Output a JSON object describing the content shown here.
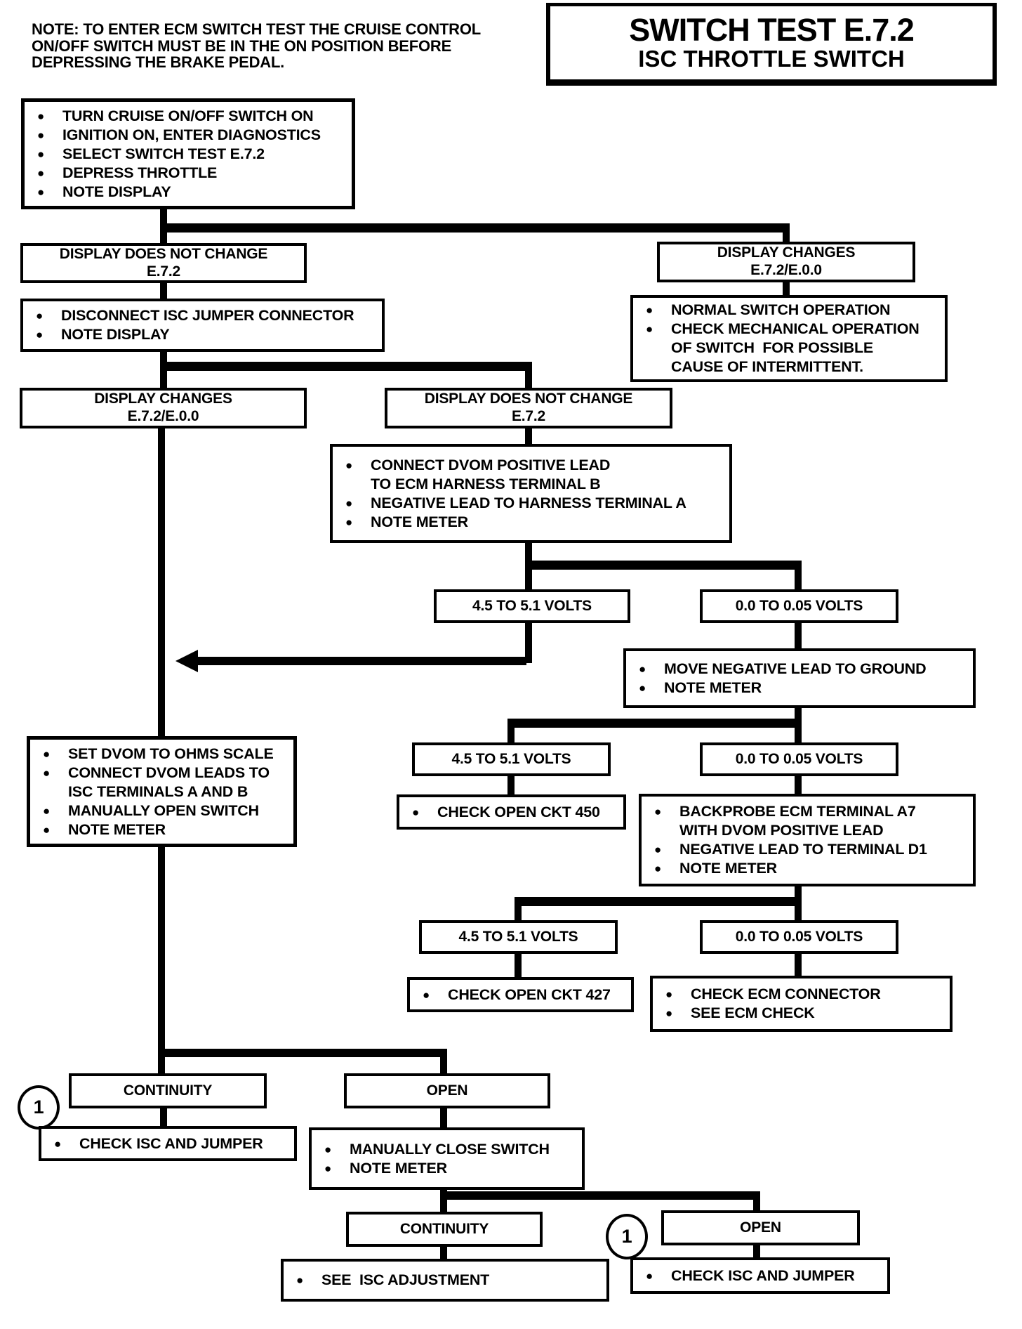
{
  "note": {
    "line1": "NOTE: TO ENTER ECM SWITCH TEST THE CRUISE CONTROL",
    "line2": "ON/OFF SWITCH MUST BE IN THE ON POSITION BEFORE",
    "line3": "DEPRESSING THE BRAKE PEDAL."
  },
  "header": {
    "title": "SWITCH TEST E.7.2",
    "subtitle": "ISC THROTTLE SWITCH"
  },
  "annotations": {
    "circle_ref_left": "1",
    "circle_ref_right": "1"
  },
  "colors": {
    "ink": "#000000",
    "paper": "#ffffff"
  },
  "nodes": {
    "start": {
      "bullets": [
        "TURN CRUISE ON/OFF SWITCH ON",
        "IGNITION ON, ENTER DIAGNOSTICS",
        "SELECT SWITCH TEST E.7.2",
        "DEPRESS THROTTLE",
        "NOTE DISPLAY"
      ]
    },
    "display_no_change_1": {
      "line1": "DISPLAY DOES NOT CHANGE",
      "line2": "E.7.2"
    },
    "display_changes_1": {
      "line1": "DISPLAY CHANGES",
      "line2": "E.7.2/E.0.0"
    },
    "normal_operation": {
      "bullets": [
        "NORMAL SWITCH OPERATION",
        "CHECK MECHANICAL OPERATION\nOF SWITCH  FOR POSSIBLE\nCAUSE OF INTERMITTENT."
      ]
    },
    "disconnect_jumper": {
      "bullets": [
        "DISCONNECT ISC JUMPER CONNECTOR",
        "NOTE DISPLAY"
      ]
    },
    "display_changes_2": {
      "line1": "DISPLAY CHANGES",
      "line2": "E.7.2/E.0.0"
    },
    "display_no_change_2": {
      "line1": "DISPLAY DOES NOT CHANGE",
      "line2": "E.7.2"
    },
    "connect_dvom": {
      "bullets": [
        "CONNECT DVOM POSITIVE LEAD\nTO ECM HARNESS TERMINAL B",
        "NEGATIVE LEAD TO HARNESS TERMINAL A",
        "NOTE METER"
      ]
    },
    "volts_high_1": {
      "label": "4.5 TO 5.1 VOLTS"
    },
    "volts_low_1": {
      "label": "0.0 TO 0.05 VOLTS"
    },
    "move_negative": {
      "bullets": [
        "MOVE NEGATIVE LEAD TO GROUND",
        "NOTE METER"
      ]
    },
    "volts_high_2": {
      "label": "4.5 TO 5.1 VOLTS"
    },
    "volts_low_2": {
      "label": "0.0 TO 0.05 VOLTS"
    },
    "check_ckt_450": {
      "bullets": [
        "CHECK OPEN CKT 450"
      ]
    },
    "backprobe": {
      "bullets": [
        "BACKPROBE ECM TERMINAL A7\nWITH DVOM POSITIVE LEAD",
        "NEGATIVE LEAD TO TERMINAL D1",
        "NOTE METER"
      ]
    },
    "volts_high_3": {
      "label": "4.5 TO 5.1 VOLTS"
    },
    "volts_low_3": {
      "label": "0.0 TO 0.05 VOLTS"
    },
    "check_ckt_427": {
      "bullets": [
        "CHECK OPEN CKT 427"
      ]
    },
    "check_ecm": {
      "bullets": [
        "CHECK ECM CONNECTOR",
        "SEE ECM CHECK"
      ]
    },
    "set_dvom": {
      "bullets": [
        "SET DVOM TO OHMS SCALE",
        "CONNECT DVOM LEADS TO\nISC TERMINALS A AND B",
        "MANUALLY OPEN SWITCH",
        "NOTE METER"
      ]
    },
    "continuity_1": {
      "label": "CONTINUITY"
    },
    "open_1": {
      "label": "OPEN"
    },
    "check_isc_jumper_1": {
      "bullets": [
        "CHECK ISC AND JUMPER"
      ]
    },
    "manually_close": {
      "bullets": [
        "MANUALLY CLOSE SWITCH",
        "NOTE METER"
      ]
    },
    "continuity_2": {
      "label": "CONTINUITY"
    },
    "open_2": {
      "label": "OPEN"
    },
    "see_isc_adjustment": {
      "bullets": [
        "SEE  ISC ADJUSTMENT"
      ]
    },
    "check_isc_jumper_2": {
      "bullets": [
        "CHECK ISC AND JUMPER"
      ]
    }
  }
}
